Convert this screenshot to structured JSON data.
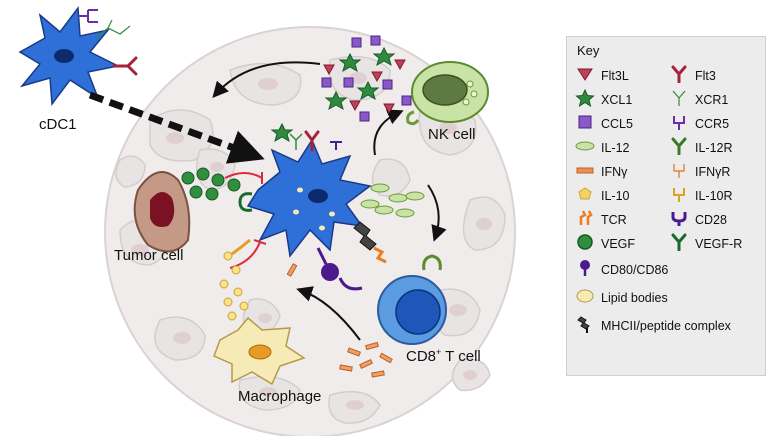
{
  "labels": {
    "cdc1": "cDC1",
    "nk_cell": "NK cell",
    "tumor_cell": "Tumor cell",
    "macrophage": "Macrophage",
    "cd8_prefix": "CD8",
    "cd8_sup": "+",
    "cd8_suffix": " T cell"
  },
  "key": {
    "title": "Key",
    "left_column": [
      {
        "label": "Flt3L",
        "icon": "triangle-icon"
      },
      {
        "label": "XCL1",
        "icon": "star-icon"
      },
      {
        "label": "CCL5",
        "icon": "square-icon"
      },
      {
        "label": "IL-12",
        "icon": "ellipse-icon"
      },
      {
        "label": "IFNγ",
        "icon": "bar-icon"
      },
      {
        "label": "IL-10",
        "icon": "pentagon-icon"
      },
      {
        "label": "TCR",
        "icon": "tcr-icon"
      },
      {
        "label": "VEGF",
        "icon": "circle-icon"
      }
    ],
    "right_column": [
      {
        "label": "Flt3",
        "icon": "y-receptor-icon"
      },
      {
        "label": "XCR1",
        "icon": "thin-y-icon"
      },
      {
        "label": "CCR5",
        "icon": "fork-icon"
      },
      {
        "label": "IL-12R",
        "icon": "y-receptor-icon"
      },
      {
        "label": "IFNγR",
        "icon": "thin-fork-icon"
      },
      {
        "label": "IL-10R",
        "icon": "fork-icon"
      },
      {
        "label": "CD28",
        "icon": "u-receptor-icon"
      },
      {
        "label": "VEGF-R",
        "icon": "y-receptor-icon"
      }
    ],
    "full_rows": [
      {
        "label": "CD80/CD86",
        "icon": "lollipop-icon"
      },
      {
        "label": "Lipid bodies",
        "icon": "oval-icon"
      },
      {
        "label": "MHCII/peptide complex",
        "icon": "mhc-icon"
      }
    ]
  },
  "colors": {
    "dc_blue": "#2f6fd8",
    "flt3l": "#c0405a",
    "xcl1": "#2f8a3f",
    "ccl5": "#8a58c8",
    "il12": "#c9e3a6",
    "ifng": "#e89057",
    "il10": "#f4d264",
    "tcr": "#f07a1e",
    "vegf": "#2f8f3f",
    "cd28": "#4b1a8c",
    "lipid": "#f6ebb6",
    "mhc": "#444444",
    "inhibit": "#e0283a",
    "key_bg": "#ececec"
  }
}
